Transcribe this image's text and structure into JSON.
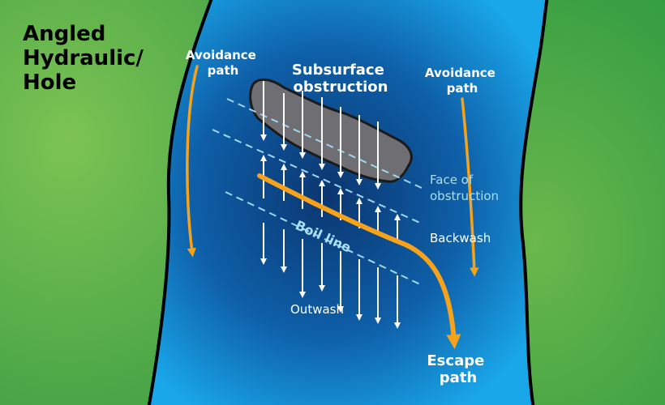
{
  "title": {
    "line1": "Angled",
    "line2": "Hydraulic/",
    "line3": "Hole"
  },
  "labels": {
    "avoidance_left_1": "Avoidance",
    "avoidance_left_2": "path",
    "avoidance_right_1": "Avoidance",
    "avoidance_right_2": "path",
    "obstruction_1": "Subsurface",
    "obstruction_2": "obstruction",
    "face_1": "Face of",
    "face_2": "obstruction",
    "backwash": "Backwash",
    "boil_line": "Boil line",
    "outwash": "Outwash",
    "escape_1": "Escape",
    "escape_2": "path"
  },
  "colors": {
    "grass": "#4cae48",
    "water_light": "#1aa3e6",
    "water_dark": "#0c3a78",
    "bank_outline": "#000000",
    "path_orange": "#f7a21b",
    "dashed_line": "#9fd8f2",
    "rock": "#6e6e73",
    "flow_arrow": "#ffffff"
  }
}
